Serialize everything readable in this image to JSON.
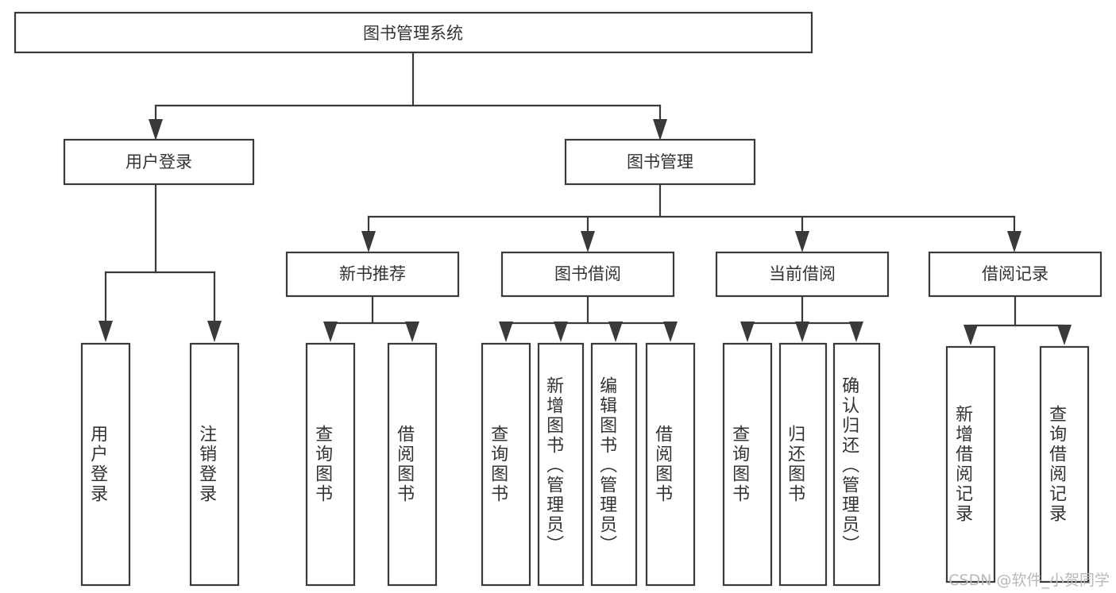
{
  "diagram": {
    "title": "图书管理系统",
    "type": "tree-hierarchy",
    "watermark": "CSDN @软件_小贺同学",
    "colors": {
      "stroke": "#3a3a3a",
      "box_fill": "#ffffff",
      "text": "#333333",
      "background": "#ffffff",
      "watermark": "#b9b9b9"
    },
    "levels": {
      "root": {
        "label": "图书管理系统"
      },
      "level2": [
        {
          "label": "用户登录"
        },
        {
          "label": "图书管理"
        }
      ],
      "level3": [
        {
          "label": "新书推荐"
        },
        {
          "label": "图书借阅"
        },
        {
          "label": "当前借阅"
        },
        {
          "label": "借阅记录"
        }
      ],
      "leaves": {
        "user_login": [
          {
            "label": "用户登录"
          },
          {
            "label": "注销登录"
          }
        ],
        "new_book_recommend": [
          {
            "label": "查询图书"
          },
          {
            "label": "借阅图书"
          }
        ],
        "book_borrow": [
          {
            "label": "查询图书"
          },
          {
            "label": "新增图书（管理员）"
          },
          {
            "label": "编辑图书（管理员）"
          },
          {
            "label": "借阅图书"
          }
        ],
        "current_borrow": [
          {
            "label": "查询图书"
          },
          {
            "label": "归还图书"
          },
          {
            "label": "确认归还（管理员）"
          }
        ],
        "borrow_record": [
          {
            "label": "新增借阅记录"
          },
          {
            "label": "查询借阅记录"
          }
        ]
      }
    }
  }
}
